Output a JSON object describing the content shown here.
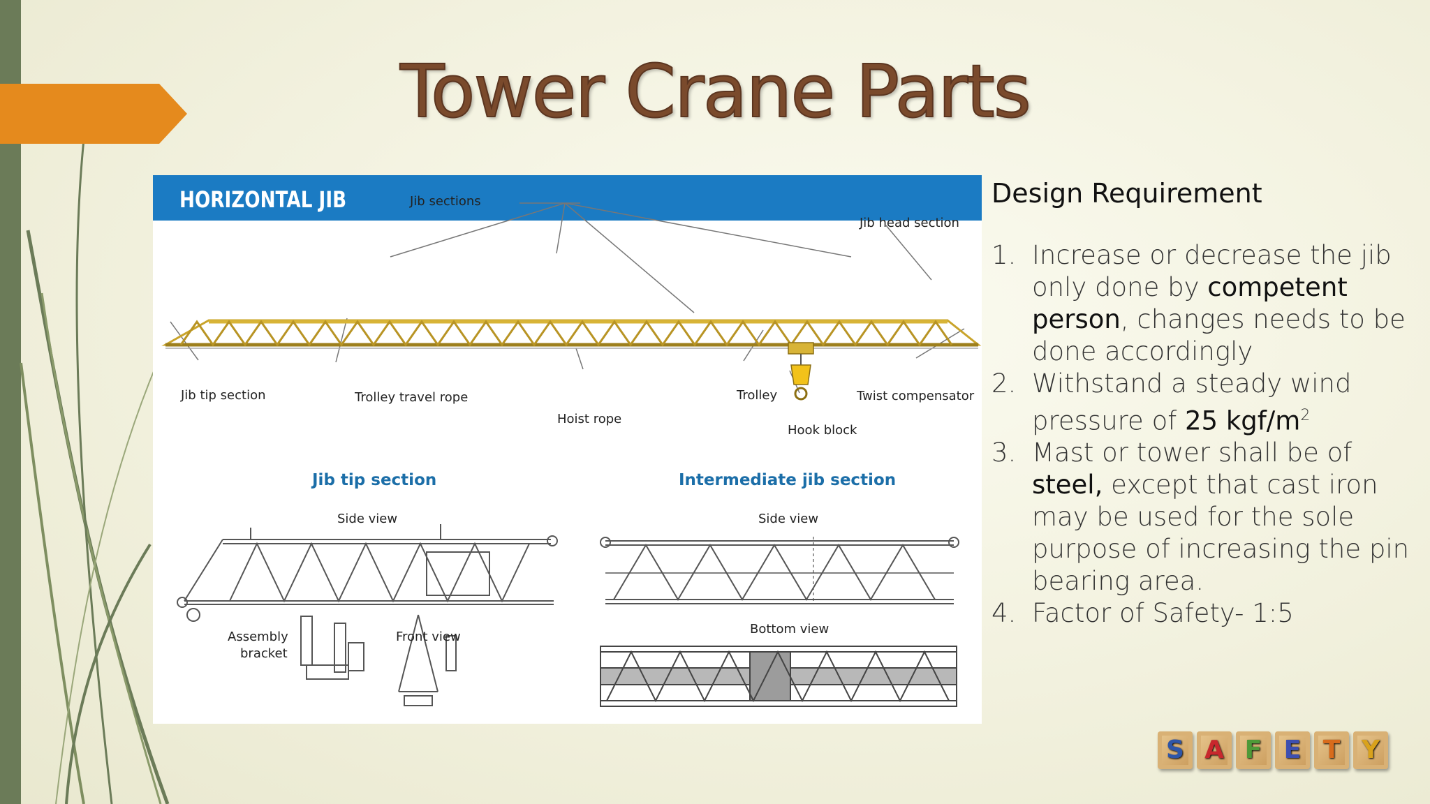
{
  "slide": {
    "title": "Tower Crane Parts"
  },
  "figure": {
    "banner": "HORIZONTAL JIB",
    "labels": {
      "jib_sections": "Jib sections",
      "jib_head_section": "Jib head section",
      "jib_tip_section": "Jib tip section",
      "trolley_travel_rope": "Trolley travel rope",
      "hoist_rope": "Hoist rope",
      "trolley": "Trolley",
      "twist_compensator": "Twist compensator",
      "hook_block": "Hook block",
      "tip_section_title": "Jib tip section",
      "intermediate_section_title": "Intermediate jib section",
      "side_view_1": "Side view",
      "side_view_2": "Side view",
      "assembly_bracket_1": "Assembly",
      "assembly_bracket_2": "bracket",
      "front_view": "Front view",
      "bottom_view": "Bottom view"
    }
  },
  "requirements": {
    "heading": "Design Requirement",
    "items": [
      {
        "num": "1.",
        "pre": "Increase or decrease the jib only done by ",
        "bold": "competent person",
        "post": ", changes needs to be done accordingly"
      },
      {
        "num": "2.",
        "pre": "Withstand a steady wind pressure of ",
        "bold": "25 kgf/m",
        "sup": "2",
        "post": ""
      },
      {
        "num": "3.",
        "pre": "Mast or tower shall be of ",
        "bold": "steel,",
        "post": " except that cast iron may be used for the sole purpose of increasing the pin bearing area."
      },
      {
        "num": "4.",
        "pre": "Factor of Safety- 1:5",
        "bold": "",
        "post": ""
      }
    ]
  },
  "safety_blocks": {
    "letters": [
      "S",
      "A",
      "F",
      "E",
      "T",
      "Y"
    ],
    "colors": [
      "#2f56a8",
      "#c8282d",
      "#4d9a38",
      "#3d4fb0",
      "#d86b1c",
      "#d9a21c"
    ]
  },
  "colors": {
    "accent_orange": "#e58a1d",
    "bar_green": "#6b7b58",
    "banner_blue": "#1b7bc3",
    "title_brown": "#7a4a2c"
  }
}
